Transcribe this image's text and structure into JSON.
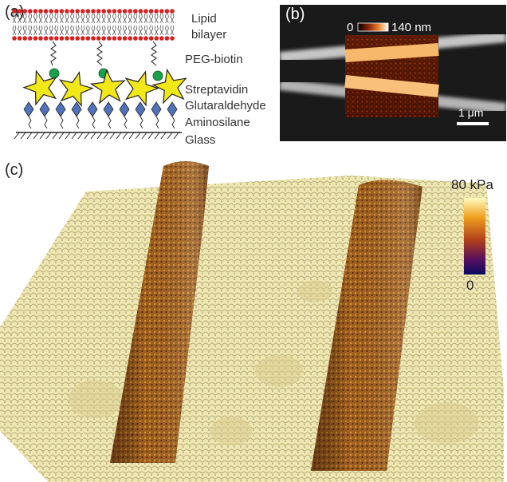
{
  "panels": {
    "a": {
      "label": "(a)",
      "layers": [
        "Lipid",
        "bilayer",
        "PEG-biotin",
        "Streptavidin",
        "Glutaraldehyde",
        "Aminosilane",
        "Glass"
      ]
    },
    "b": {
      "label": "(b)",
      "inset_min": "0",
      "inset_max": "140 nm",
      "scalebar": "1 μm"
    },
    "c": {
      "label": "(c)",
      "colorbar_max": "80 kPa",
      "colorbar_min": "0"
    }
  },
  "colors": {
    "lipid_head": "#d82020",
    "biotin": "#1aa04a",
    "streptavidin": "#f2e818",
    "glutaraldehyde": "#4f72b8",
    "surface": "#ece3a6",
    "stripe": "#9a5a1c"
  }
}
